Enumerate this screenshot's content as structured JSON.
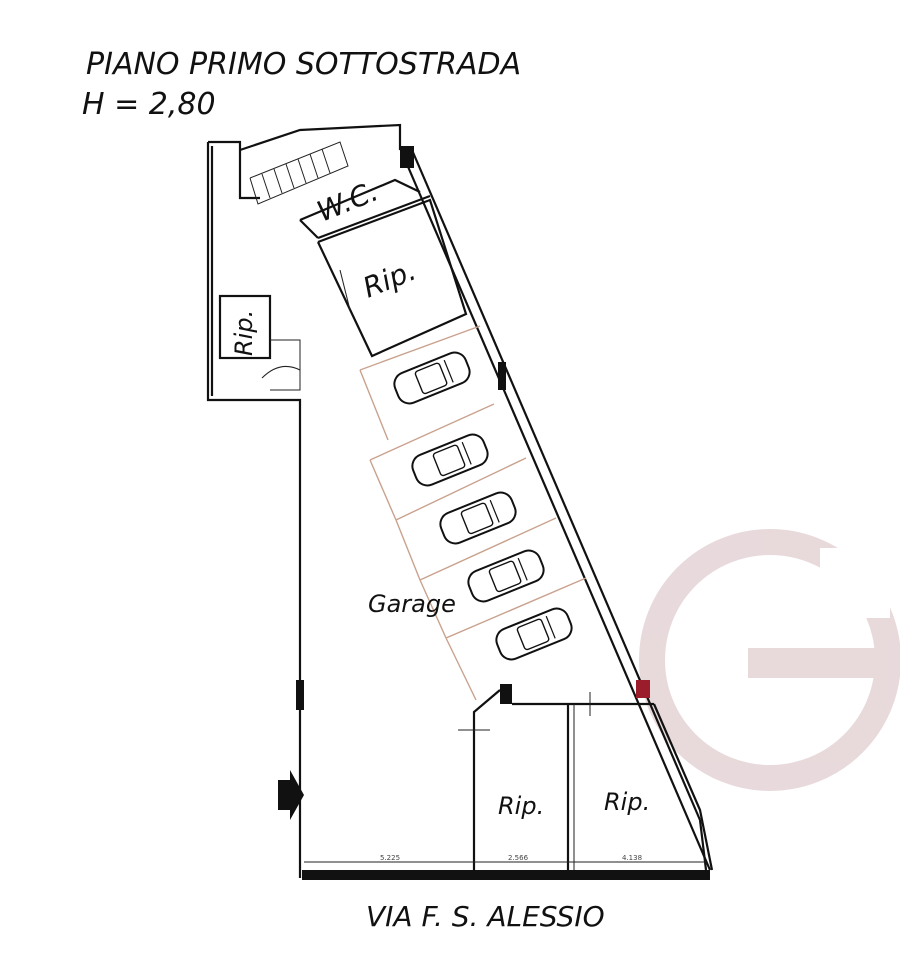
{
  "header": {
    "title": "PIANO PRIMO SOTTOSTRADA",
    "height_label": "H = 2,80"
  },
  "rooms": {
    "wc": "W.C.",
    "rip_top": "Rip.",
    "rip_left": "Rip.",
    "garage": "Garage",
    "rip_bottom_left": "Rip.",
    "rip_bottom_right": "Rip."
  },
  "dimensions": {
    "d1": "5.225",
    "d2": "2.566",
    "d3": "4.138"
  },
  "street": "VIA F. S. ALESSIO",
  "colors": {
    "wall": "#111111",
    "stall_lines": "#c9a28e",
    "watermark": "#e6d6d8",
    "accent_red": "#9b1c2a"
  },
  "icons": {
    "entrance": "arrow-right-icon",
    "watermark": "g-logo-watermark",
    "car": "car-icon"
  }
}
